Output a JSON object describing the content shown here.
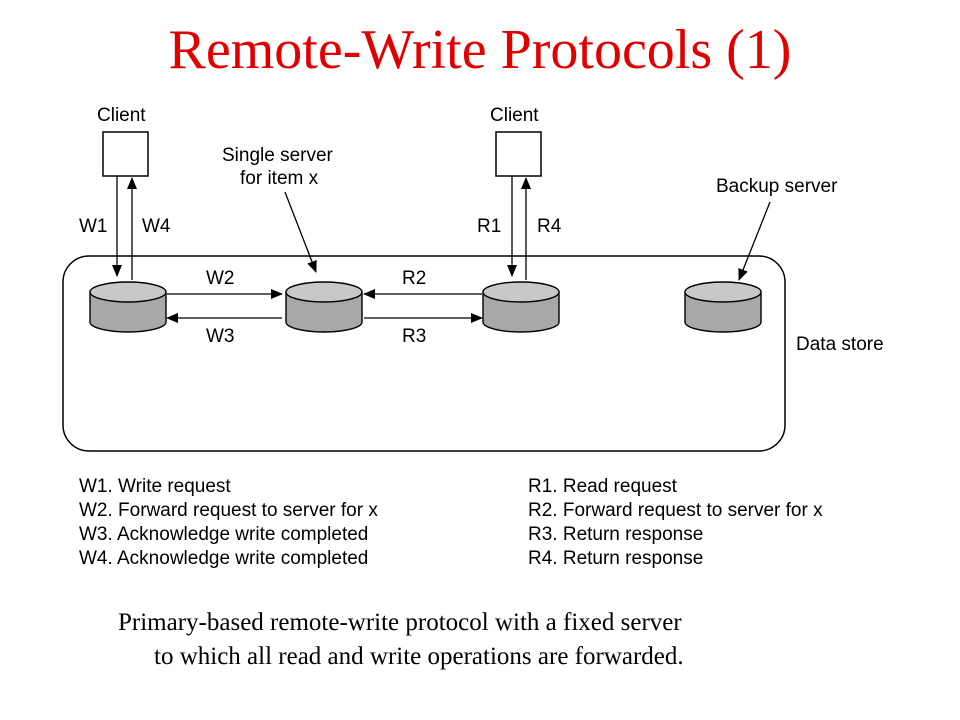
{
  "title": "Remote-Write Protocols (1)",
  "diagram": {
    "client_left_label": "Client",
    "client_right_label": "Client",
    "single_server_label": [
      "Single server",
      "for item x"
    ],
    "backup_server_label": "Backup server",
    "data_store_label": "Data store",
    "arrows": {
      "w1": "W1",
      "w4": "W4",
      "w2": "W2",
      "w3": "W3",
      "r1": "R1",
      "r4": "R4",
      "r2": "R2",
      "r3": "R3"
    },
    "colors": {
      "server_fill": "#a8a8a8",
      "server_top": "#c8c8c8",
      "stroke": "#000000"
    }
  },
  "legend": {
    "left": [
      "W1. Write request",
      "W2. Forward request to server for x",
      "W3. Acknowledge write completed",
      "W4. Acknowledge write completed"
    ],
    "right": [
      "R1. Read request",
      "R2. Forward request to server for x",
      "R3. Return response",
      "R4. Return response"
    ]
  },
  "caption": {
    "line1": "Primary-based remote-write protocol with a fixed server",
    "line2": "to which all read and write operations are forwarded."
  }
}
